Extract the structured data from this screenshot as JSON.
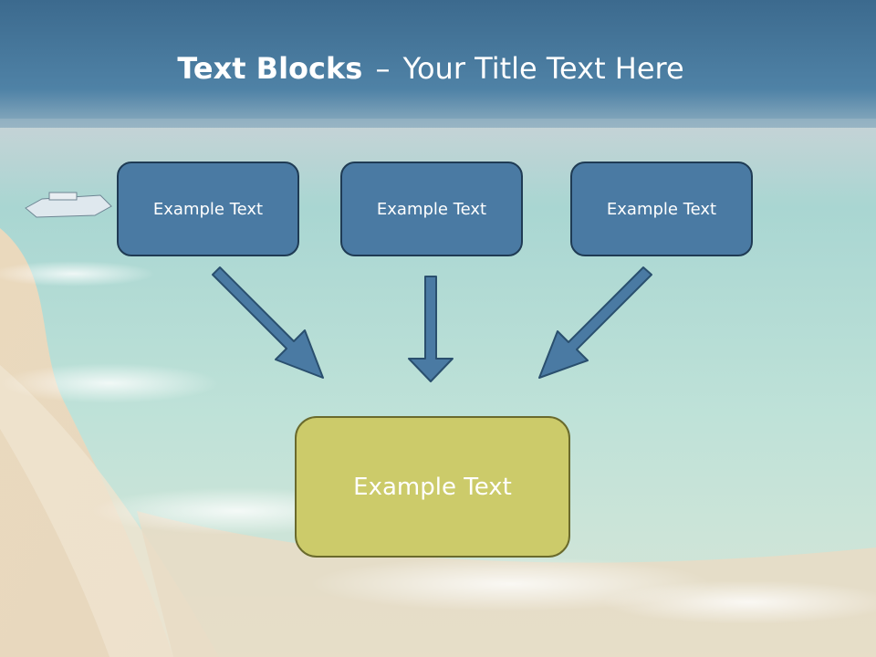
{
  "title": {
    "bold": "Text Blocks",
    "dash": "–",
    "rest": "Your Title Text Here"
  },
  "blocks": {
    "top_left": "Example Text",
    "top_center": "Example Text",
    "top_right": "Example Text",
    "bottom": "Example Text"
  },
  "colors": {
    "box_fill": "#4a7aa3",
    "box_border": "#1f3b54",
    "bottom_fill": "#cccb6a",
    "bottom_border": "#6a6a2c",
    "arrow_fill": "#4a7aa3",
    "arrow_stroke": "#2a4f6e"
  }
}
